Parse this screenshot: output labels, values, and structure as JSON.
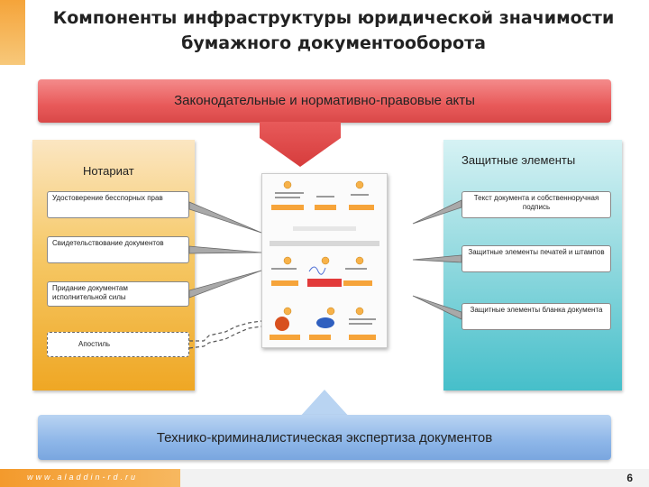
{
  "title": "Компоненты инфраструктуры юридической значимости   бумажного документооборота",
  "top_bar": "Законодательные и нормативно-правовые акты",
  "left_panel": {
    "heading": "Нотариат",
    "items": [
      "Удостоверение бесспорных прав",
      "Свидетельствование документов",
      "Придание документам исполнительной силы",
      "Апостиль"
    ]
  },
  "right_panel": {
    "heading": "Защитные элементы",
    "items": [
      "Текст документа и собственноручная подпись",
      "Защитные элементы печатей и штампов",
      "Защитные элементы бланка документа"
    ]
  },
  "bottom_bar": "Технико-криминалистическая экспертиза документов",
  "footer": {
    "url": "www.aladdin-rd.ru",
    "page": "6"
  },
  "colors": {
    "red_bar": "#e85a5a",
    "orange_panel": "#efa724",
    "cyan_panel": "#46bfca",
    "blue_bar": "#8db6e8"
  }
}
